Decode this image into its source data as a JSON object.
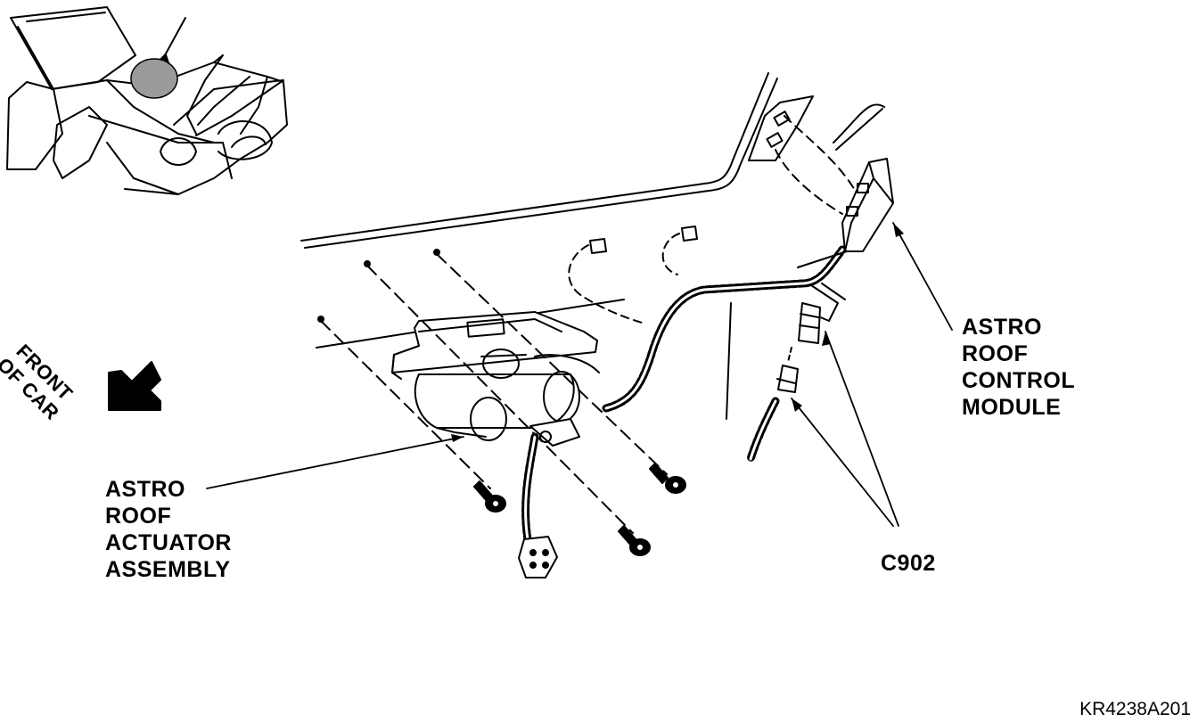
{
  "labels": {
    "module": [
      "ASTRO",
      "ROOF",
      "CONTROL",
      "MODULE"
    ],
    "actuator": [
      "ASTRO",
      "ROOF",
      "ACTUATOR",
      "ASSEMBLY"
    ],
    "connector": "C902",
    "front_of_car": [
      "FRONT",
      "OF CAR"
    ],
    "figure_code": "KR4238A201"
  }
}
